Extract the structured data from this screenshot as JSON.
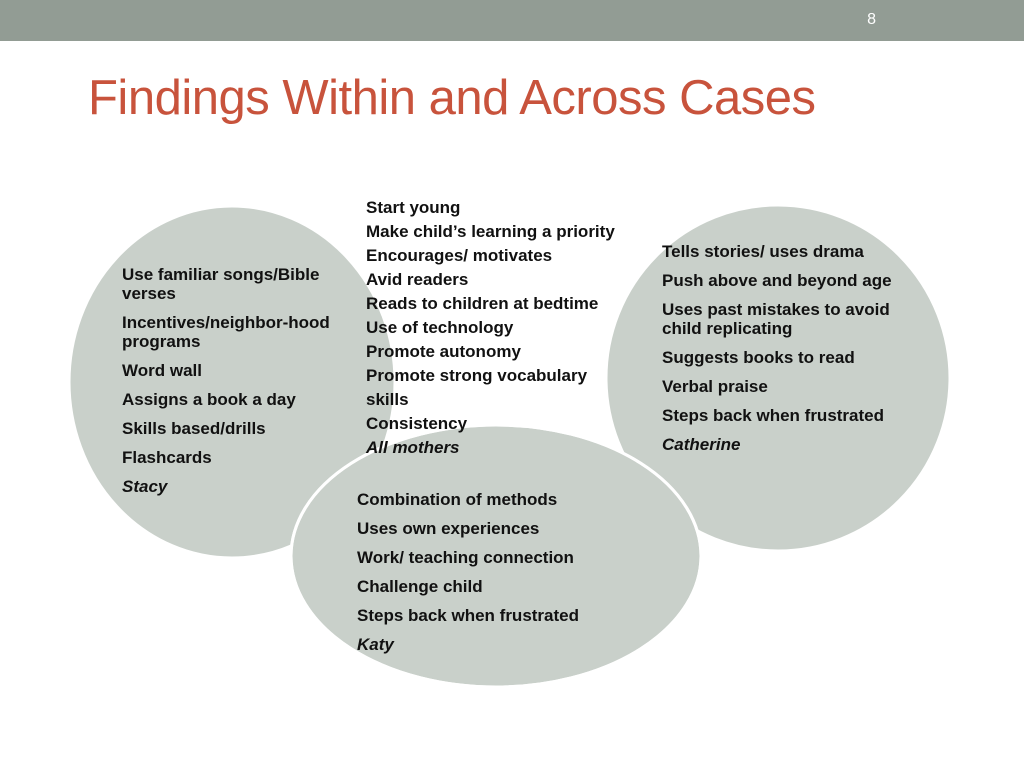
{
  "slide_number": "8",
  "title": "Findings Within and Across Cases",
  "colors": {
    "topbar": "#929c94",
    "title": "#c8533c",
    "circle_fill": "#c9d0ca",
    "circle_stroke": "#ffffff"
  },
  "diagram": {
    "stacy": {
      "items": [
        "Use familiar songs/Bible verses",
        "Incentives/neighbor-hood programs",
        "Word wall",
        "Assigns a book a day",
        "Skills based/drills",
        "Flashcards"
      ],
      "name": "Stacy"
    },
    "catherine": {
      "items": [
        "Tells stories/ uses drama",
        "Push above and beyond age",
        "Uses past mistakes to avoid child replicating",
        "Suggests books to read",
        "Verbal praise",
        "Steps back when frustrated"
      ],
      "name": "Catherine"
    },
    "katy": {
      "items": [
        "Combination of methods",
        "Uses own experiences",
        "Work/ teaching connection",
        "Challenge child",
        "Steps back when frustrated"
      ],
      "name": "Katy"
    },
    "all_mothers": {
      "items": [
        "Start young",
        "Make child’s learning a priority",
        "Encourages/ motivates",
        "Avid readers",
        "Reads to children at bedtime",
        "Use of technology",
        "Promote autonomy",
        "Promote strong vocabulary skills",
        "Consistency"
      ],
      "name": "All mothers"
    }
  }
}
